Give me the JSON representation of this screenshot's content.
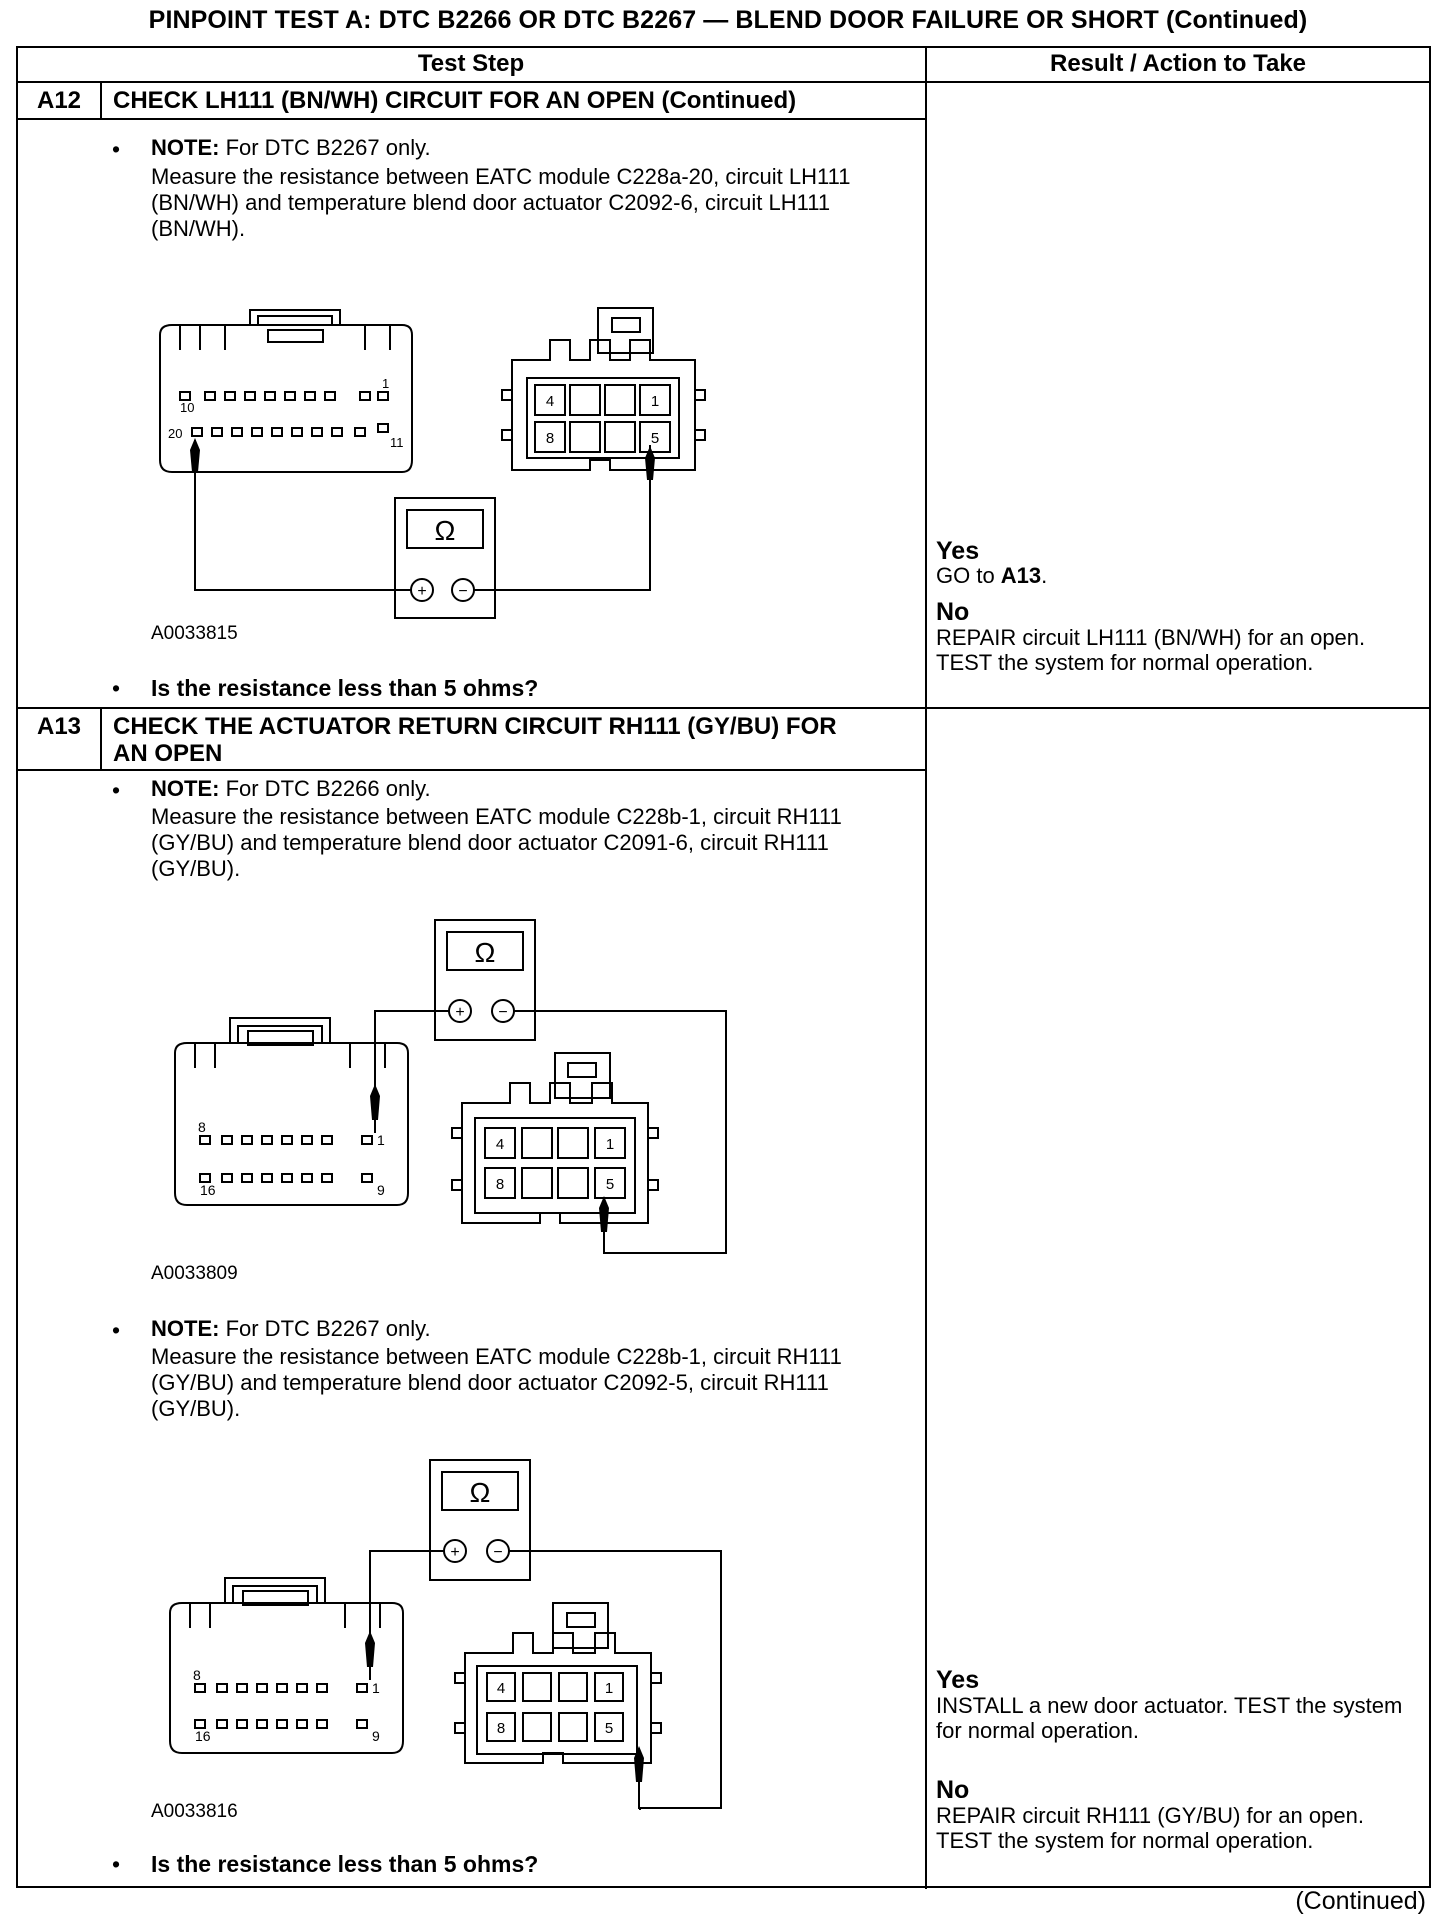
{
  "title": "PINPOINT TEST  A: DTC B2266 OR DTC B2267 — BLEND DOOR FAILURE OR SHORT (Continued)",
  "table": {
    "col_test_step": "Test Step",
    "col_result": "Result / Action to Take"
  },
  "a12": {
    "id": "A12",
    "title": "CHECK LH111 (BN/WH) CIRCUIT FOR AN OPEN (Continued)",
    "bullet": "•",
    "note_label": "NOTE:",
    "note_text": " For DTC B2267 only.",
    "instruction": "Measure the resistance between EATC module C228a-20, circuit LH111 (BN/WH) and temperature blend door actuator C2092-6, circuit LH111 (BN/WH).",
    "figure_ref": "A0033815",
    "question": "Is the resistance less than 5 ohms?",
    "pins_left_top": [
      "10",
      "1"
    ],
    "pins_left_bottom": [
      "20",
      "11"
    ],
    "pins_right": [
      "4",
      "1",
      "8",
      "5"
    ],
    "meter_symbol": "Ω",
    "plus": "+",
    "minus": "−",
    "yes_label": "Yes",
    "yes_text_pre": "GO to ",
    "yes_text_bold": "A13",
    "yes_text_post": ".",
    "no_label": "No",
    "no_text": "REPAIR circuit LH111 (BN/WH) for an open. TEST the system for normal operation."
  },
  "a13": {
    "id": "A13",
    "title": "CHECK THE ACTUATOR RETURN CIRCUIT RH111 (GY/BU) FOR AN OPEN",
    "bullet": "•",
    "note1_label": "NOTE:",
    "note1_text": " For DTC B2266 only.",
    "instruction1": "Measure the resistance between EATC module C228b-1, circuit RH111 (GY/BU) and temperature blend door actuator C2091-6, circuit RH111 (GY/BU).",
    "figure1_ref": "A0033809",
    "note2_label": "NOTE:",
    "note2_text": " For DTC B2267 only.",
    "instruction2": "Measure the resistance between EATC module C228b-1, circuit RH111 (GY/BU) and temperature blend door actuator C2092-5, circuit RH111 (GY/BU).",
    "figure2_ref": "A0033816",
    "question": "Is the resistance less than 5 ohms?",
    "pins_left_top": [
      "8",
      "1"
    ],
    "pins_left_bottom": [
      "16",
      "9"
    ],
    "pins_right": [
      "4",
      "1",
      "8",
      "5"
    ],
    "meter_symbol": "Ω",
    "plus": "+",
    "minus": "−",
    "yes_label": "Yes",
    "yes_text": "INSTALL a new door actuator. TEST the system for normal operation.",
    "no_label": "No",
    "no_text": "REPAIR circuit RH111 (GY/BU) for an open. TEST the system for normal operation."
  },
  "footer": "(Continued)"
}
